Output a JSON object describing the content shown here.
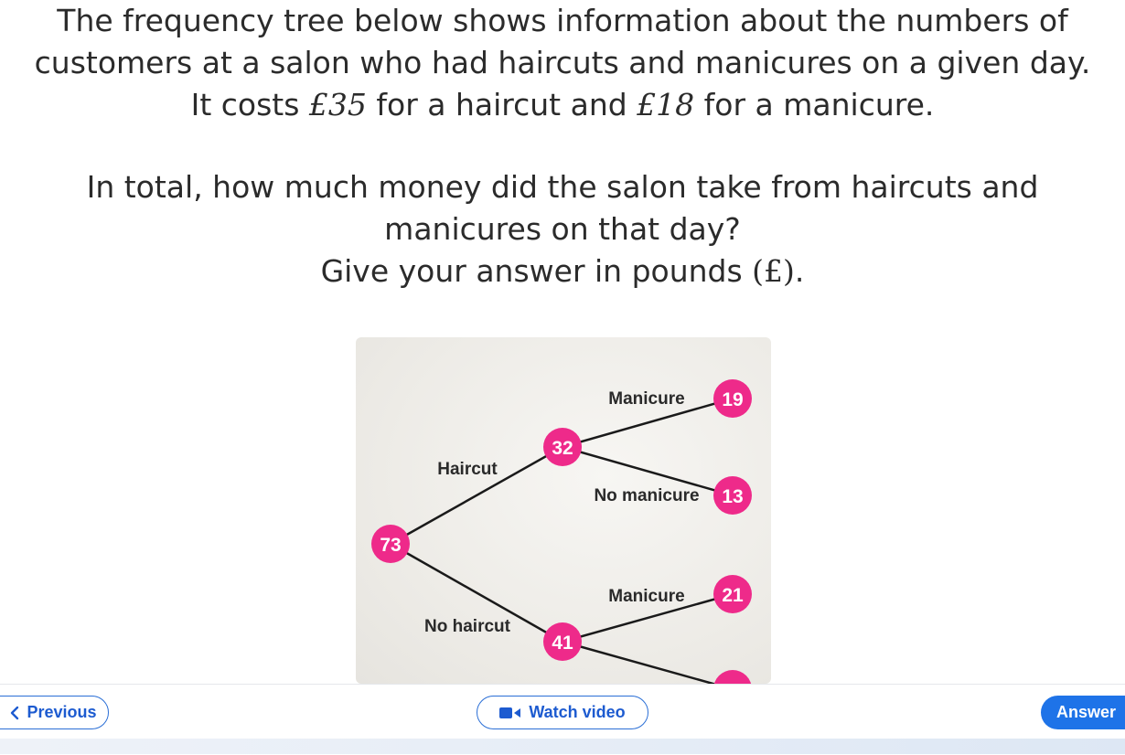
{
  "question": {
    "line1": "The frequency tree below shows information about the numbers of",
    "line2": "customers at a salon who had haircuts and manicures on a given day.",
    "line3_pre": "It costs ",
    "haircut_price": "£35",
    "line3_mid": " for a haircut and ",
    "manicure_price": "£18",
    "line3_post": " for a manicure.",
    "line4": "In total, how much money did the salon take from haircuts and",
    "line5": "manicures on that day?",
    "line6_pre": "Give your answer in pounds ",
    "line6_unit": "(£)",
    "line6_post": "."
  },
  "tree": {
    "root": "73",
    "haircut_label": "Haircut",
    "haircut_total": "32",
    "no_haircut_label": "No haircut",
    "no_haircut_total": "41",
    "haircut_manicure_label": "Manicure",
    "haircut_manicure": "19",
    "haircut_no_manicure_label": "No manicure",
    "haircut_no_manicure": "13",
    "no_haircut_manicure_label": "Manicure",
    "no_haircut_manicure": "21",
    "node_color": "#ee2a8a"
  },
  "bottom_bar": {
    "previous_label": "Previous",
    "watch_video_label": "Watch video",
    "answer_label": "Answer",
    "accent_color": "#1e73e8"
  }
}
